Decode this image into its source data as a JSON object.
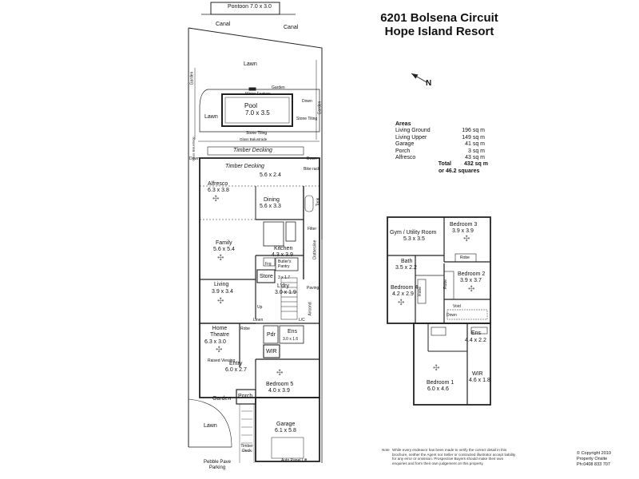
{
  "header": {
    "line1": "6201 Bolsena Circuit",
    "line2": "Hope Island Resort"
  },
  "site": {
    "pontoon": "Pontoon 7.0 x 3.0",
    "canal_left": "Canal",
    "canal_right": "Canal",
    "lawn_top": "Lawn",
    "garden_left": "Garden",
    "garden_right": "Garden",
    "garden_top": "Garden",
    "water_feature": "Water Feature",
    "down_top": "Down",
    "lawn_left": "Lawn",
    "stone_tiling_right": "Stone Tiling",
    "stone_tiling_bottom": "Stone Tiling",
    "glass_balustrade": "Glass Balustrade",
    "glass_balustrade_left": "Glass Balustrade",
    "timber_decking_top": "Timber Decking",
    "down_left": "Down",
    "down_right": "Down",
    "timber_decking": "Timber Decking",
    "bike_rack": "Bike rack",
    "tank": "Tank",
    "filter": "Filter",
    "clothesline": "Clothesline",
    "paving": "Paving",
    "aircond": "Aircond",
    "garden_bottom": "Garden",
    "lawn_bottom": "Lawn",
    "pebble_paving": "Pebble Pave Parking",
    "auto_panel_lift": "Auto Panel Lift",
    "timber_deck": "Timber Deck",
    "raised_viewing": "Raised Viewing",
    "up": "Up"
  },
  "pool": {
    "name": "Pool",
    "size": "7.0 x 3.5"
  },
  "ground_rooms": {
    "deck_size": "5.6 x 2.4",
    "alfresco": {
      "name": "Alfresco",
      "size": "6.3 x 3.8"
    },
    "dining": {
      "name": "Dining",
      "size": "5.6 x 3.3"
    },
    "family": {
      "name": "Family",
      "size": "5.6 x 5.4"
    },
    "kitchen": {
      "name": "Kitchen",
      "size": "4.3 x 3.9"
    },
    "frg": "Frg",
    "butlers": {
      "name": "Butler's Pantry",
      "size": "3 x 1.7"
    },
    "store": "Store",
    "living": {
      "name": "Living",
      "size": "3.9 x 3.4"
    },
    "laundry": {
      "name": "L'dry",
      "size": "3.0 x 1.9"
    },
    "home_theatre": {
      "name": "Home Theatre",
      "size": "6.3 x 3.0"
    },
    "pdr": "Pdr",
    "ens": {
      "name": "Ens",
      "size": "3.0 x 1.6"
    },
    "wir": "WIR",
    "entry": {
      "name": "Entry",
      "size": "6.0 x 2.7"
    },
    "bedroom5": {
      "name": "Bedroom 5",
      "size": "4.0 x 3.9"
    },
    "porch": "Porch",
    "garage": {
      "name": "Garage",
      "size": "6.1 x 5.8"
    },
    "robe": "Robe",
    "linen": "Linen",
    "lc": "L/C"
  },
  "areas": {
    "heading": "Areas",
    "rows": [
      {
        "label": "Living Ground",
        "value": "196 sq m"
      },
      {
        "label": "Living Upper",
        "value": "149 sq m"
      },
      {
        "label": "Garage",
        "value": "41 sq m"
      },
      {
        "label": "Porch",
        "value": "3 sq m"
      },
      {
        "label": "Alfresco",
        "value": "43 sq m"
      }
    ],
    "total_label": "Total",
    "total_value": "432 sq m",
    "squares": "or 46.2 squares"
  },
  "upper_rooms": {
    "gym": {
      "name": "Gym / Utility Room",
      "size": "5.3 x 3.5"
    },
    "bedroom3": {
      "name": "Bedroom 3",
      "size": "3.9 x 3.9"
    },
    "robe3": "Robe",
    "bath": {
      "name": "Bath",
      "size": "3.5 x 2.2"
    },
    "bedroom2": {
      "name": "Bedroom 2",
      "size": "3.9 x 3.7"
    },
    "robe2": "Robe",
    "bedroom4": {
      "name": "Bedroom 4",
      "size": "4.2 x 2.9"
    },
    "robe4": "Robe",
    "void": "Void",
    "down": "Down",
    "ens": {
      "name": "Ens",
      "size": "4.4 x 2.2"
    },
    "bedroom1": {
      "name": "Bedroom 1",
      "size": "6.0 x 4.6"
    },
    "wir": {
      "name": "WIR",
      "size": "4.6 x 1.8"
    }
  },
  "footer": {
    "note_label": "Note",
    "note_text": "While every endeavor has been made to verify the correct detail in this brochure, neither the Agent nor Seller or contracted illustrator accept liability for any error or omission. Prospective Buyers should make their own enquiries and form their own judgement on this property.",
    "copyright": "© Copyright 2010",
    "company": "Property Onsite",
    "phone": "Ph:0408 833 707"
  },
  "compass": {
    "letter": "N"
  }
}
